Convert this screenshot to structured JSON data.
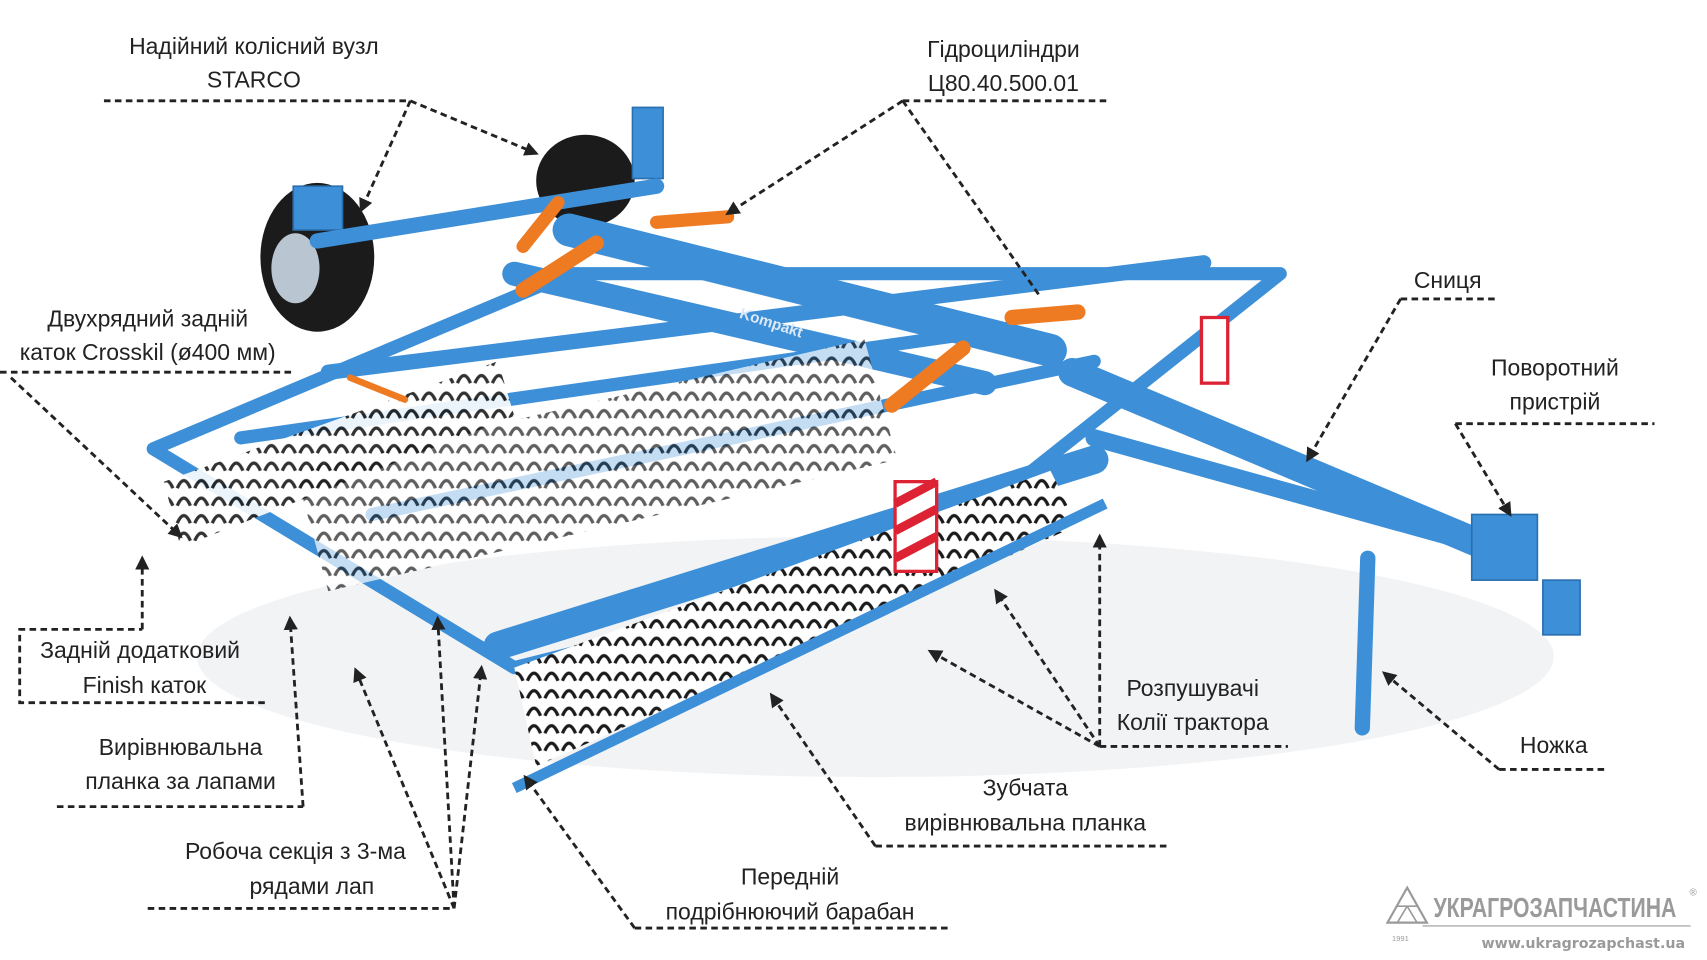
{
  "colors": {
    "machine": "#3d8fd8",
    "cylinder": "#ee7a22",
    "roller": "#1b1b1b",
    "leader": "#222222",
    "logo": "#9a9a9a"
  },
  "machine_badge": "Kompakt",
  "labels": {
    "wheel": [
      "Надійний колісний вузл",
      "STARCO"
    ],
    "hydro": [
      "Гідроциліндри",
      "Ц80.40.500.01"
    ],
    "crosskil": [
      "Двухрядний задній",
      "каток Crosskil (ø400 мм)"
    ],
    "drawbar": [
      "Сниця"
    ],
    "swivel": [
      "Поворотний",
      "пристрій"
    ],
    "finish": [
      "Задній додатковий",
      "Finish каток"
    ],
    "leveler": [
      "Вирівнювальна",
      "планка за лапами"
    ],
    "section": [
      "Робоча секція з 3-ма",
      "рядами лап"
    ],
    "drum": [
      "Передній",
      "подрібнюючий барабан"
    ],
    "toothed": [
      "Зубчата",
      "вирівнювальна планка"
    ],
    "loosener": [
      "Розпушувачі",
      "Колії трактора"
    ],
    "leg": [
      "Ножка"
    ]
  },
  "logo": {
    "name": "УКРАГРОЗАПЧАСТИНА",
    "year": "1991",
    "url": "www.ukragrozapchast.ua",
    "mark": "®"
  }
}
